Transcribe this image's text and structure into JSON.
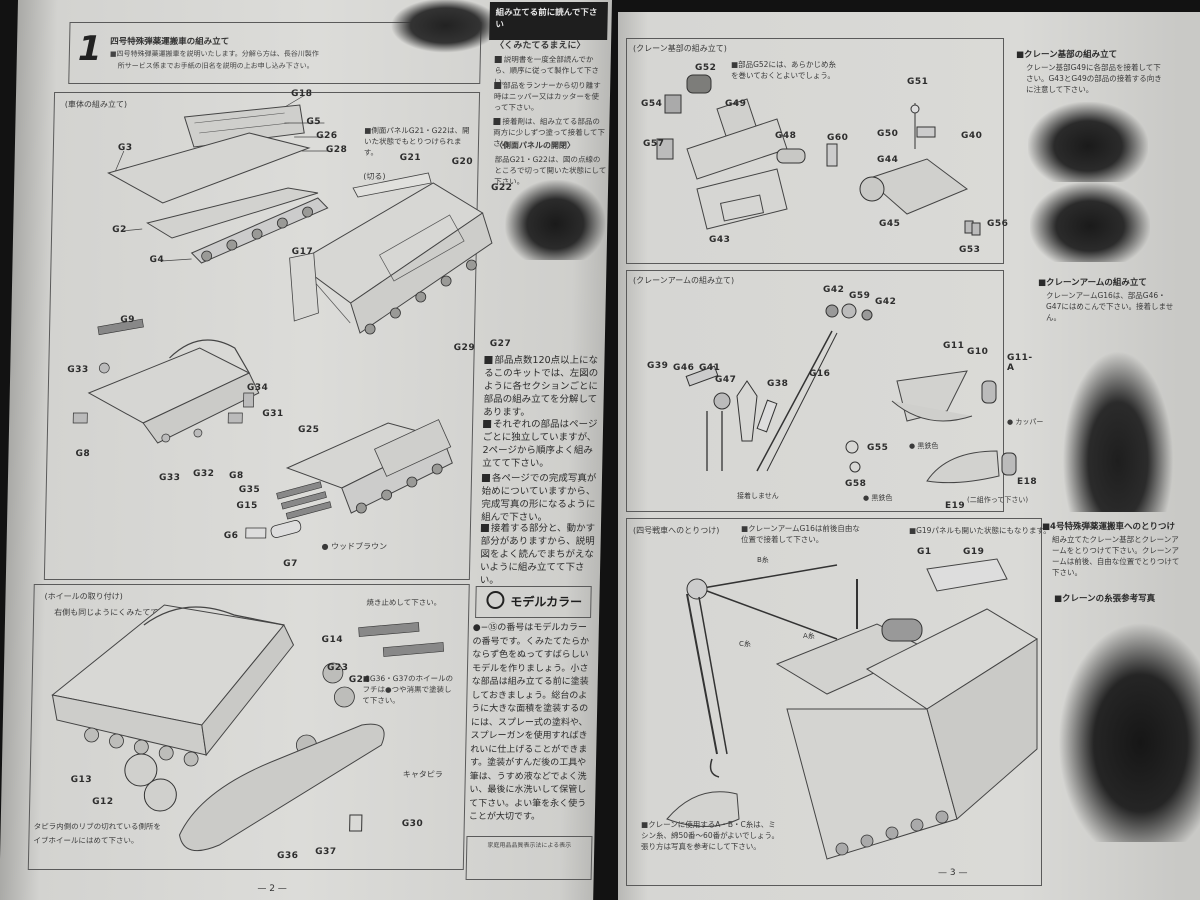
{
  "document": {
    "type": "model kit assembly instructions",
    "spread": "pages 2-3"
  },
  "left_page": {
    "page_number": "— 2 —",
    "step": {
      "number": "1",
      "title": "四号特殊弾薬運搬車の組み立て",
      "intro_line1": "■四号特殊弾薬運搬車を説明いたします。分解ら方は、長谷川製作",
      "intro_line2": "所サービス係までお手紙の旧名を説明の上お申し込み下さい。"
    },
    "section_hull": {
      "caption": "(車体の組み立て)",
      "parts": [
        "G18",
        "G5",
        "G26",
        "G28",
        "G3",
        "G2",
        "G4",
        "G17",
        "G21",
        "G20",
        "G22",
        "G29",
        "G27"
      ],
      "note": "■側面パネルG21・G22は、開いた状態でもとりつけられます。",
      "cut_label": "(切る)"
    },
    "section_superstructure": {
      "parts": [
        "G9",
        "G33",
        "G34",
        "G31",
        "G8",
        "G33",
        "G32",
        "G8",
        "G25",
        "G35",
        "G15",
        "G6",
        "G7"
      ],
      "color_callout": "ウッドブラウン"
    },
    "section_wheels": {
      "caption": "(ホイールの取り付け)",
      "sub": "右側も同じようにくみたてて下さい。",
      "parts": [
        "G14",
        "G23",
        "G24",
        "G13",
        "G12",
        "G30",
        "G36",
        "G37"
      ],
      "tie_note": "焼き止めして下さい。",
      "wheel_note": "■G36・G37のホイールのフチは●つや消黒で塗装して下さい。",
      "track_label": "キャタピラ",
      "track_note_line1": "タピラ内側のリブの切れている側所を",
      "track_note_line2": "イブホイールにはめて下さい。"
    },
    "sidebar": {
      "header": "組み立てる前に読んで下さい",
      "subheader": "〈くみたてるまえに〉",
      "items": [
        "説明書を一度全部読んでから、順序に従って製作して下さい。",
        "部品をランナーから切り離す時はニッパー又はカッターを使って下さい。",
        "接着剤は、組み立てる部品の両方に少しずつ塗って接着して下さい。"
      ],
      "panel_caption": "〈側面パネルの開閉〉",
      "panel_text": "部品G21・G22は、図の点線のところで切って開いた状態にして下さい。",
      "paragraphs": [
        "部品点数120点以上になるこのキットでは、左図のように各セクションごとに部品の組み立てを分解してあります。",
        "それぞれの部品はページごとに独立していますが、2ページから順序よく組み立てて下さい。",
        "各ページでの完成写真が始めについていますから、完成写真の形になるように組んで下さい。",
        "接着する部分と、動かす部分がありますから、説明図をよく読んでまちがえないように組み立てて下さい。"
      ]
    },
    "model_color": {
      "brand": "モデルカラー",
      "text": "●−⑮の番号はモデルカラーの番号です。くみたてたらかならず色をぬってすばらしいモデルを作りましょう。小さな部品は組み立てる前に塗装しておきましょう。総台のように大きな面積を塗装するのには、スプレー式の塗料や、スプレーガンを使用すればきれいに仕上げることができます。塗装がすんだ後の工具や筆は、うすめ液などでよく洗い、最後に水洗いして保管して下さい。よい筆を永く使うことが大切です。",
      "footer_title": "家庭用品品質表示法による表示"
    }
  },
  "right_page": {
    "page_number": "— 3 —",
    "section_crane_base": {
      "caption": "(クレーン基部の組み立て)",
      "parts": [
        "G52",
        "G54",
        "G49",
        "G57",
        "G48",
        "G60",
        "G43",
        "G51",
        "G50",
        "G40",
        "G44",
        "G45",
        "G53",
        "G56"
      ],
      "note": "■部品G52には、あらかじめ糸を巻いておくとよいでしょう。"
    },
    "section_crane_arm": {
      "caption": "(クレーンアームの組み立て)",
      "parts": [
        "G42",
        "G59",
        "G42",
        "G39",
        "G46",
        "G41",
        "G47",
        "G38",
        "G16",
        "G11",
        "G10",
        "G11-A",
        "G55",
        "G58",
        "E18",
        "E19"
      ],
      "color_callouts": [
        "カッパー",
        "黒鉄色",
        "黒鉄色"
      ],
      "glue_note": "接着しません",
      "bottom_note": "(二組作って下さい)"
    },
    "section_mount": {
      "caption": "(四号戦車へのとりつけ)",
      "note_left": "■クレーンアームG16は前後自由な位置で接着して下さい。",
      "note_right": "■G19パネルも開いた状態にもなります。",
      "parts": [
        "G1",
        "G19"
      ],
      "string_labels": [
        "B糸",
        "A糸",
        "C糸"
      ],
      "bottom_note": "■クレーンに使用するA・B・C糸は、ミシン糸、綿50番〜60番がよいでしょう。張り方は写真を参考にして下さい。"
    },
    "sidebar": {
      "items": [
        {
          "title": "■クレーン基部の組み立て",
          "text": "クレーン基部G49に各部品を接着して下さい。G43とG49の部品の接着する向きに注意して下さい。"
        },
        {
          "title": "■クレーンアームの組み立て",
          "text": "クレーンアームG16は、部品G46・G47にはめこんで下さい。接着しません。"
        },
        {
          "title": "■4号特殊弾薬運搬車へのとりつけ",
          "text": "組み立てたクレーン基部とクレーンアームをとりつけて下さい。クレーンアームは前後、自由な位置でとりつけて下さい。"
        },
        {
          "title": "■クレーンの糸張参考写真",
          "text": ""
        }
      ]
    }
  },
  "colors": {
    "paper": "#d9d9d6",
    "ink": "#2a2a2a",
    "background": "#121212",
    "header_band": "#1e1e1e"
  }
}
